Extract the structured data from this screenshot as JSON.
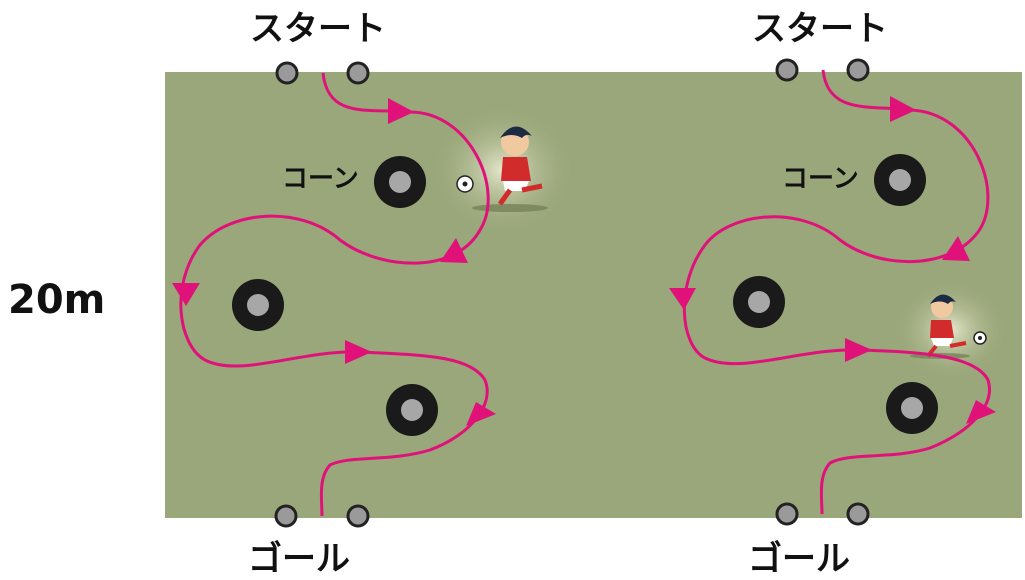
{
  "distance_label": "20m",
  "colors": {
    "field": "#9aa77a",
    "path": "#e0127a",
    "cone_outer": "#1a1a1a",
    "cone_inner": "#a7a7a7",
    "marker": "#9a9a9a"
  },
  "courses": [
    {
      "start_label": "スタート",
      "goal_label": "ゴール",
      "cone_label": "コーン",
      "player_icon": "soccer-player-icon"
    },
    {
      "start_label": "スタート",
      "goal_label": "ゴール",
      "cone_label": "コーン",
      "player_icon": "soccer-player-icon"
    }
  ]
}
